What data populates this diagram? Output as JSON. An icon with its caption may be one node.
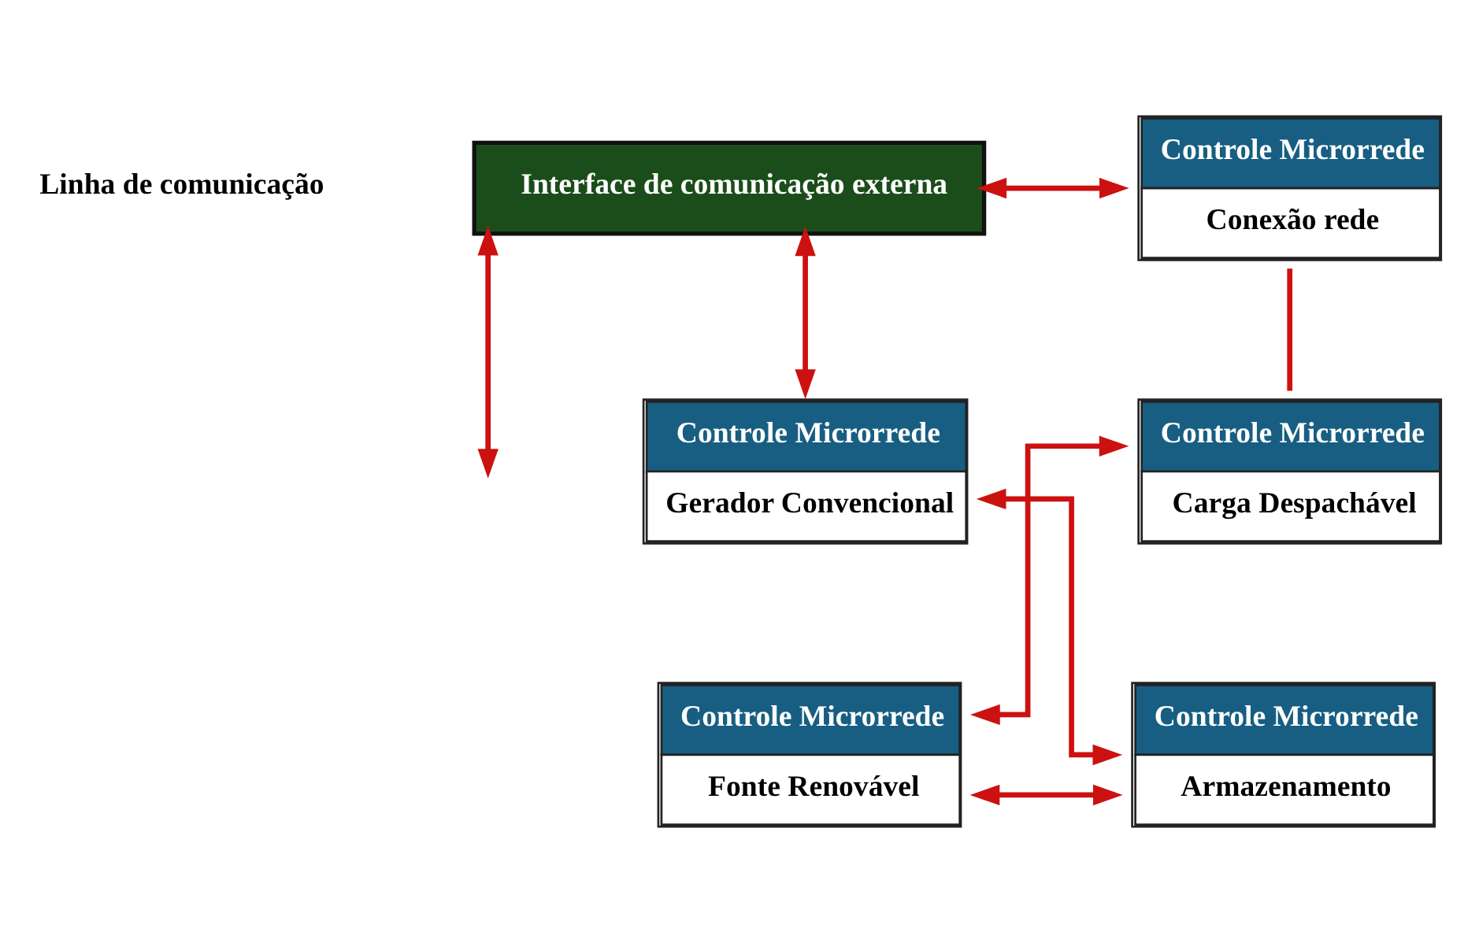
{
  "diagram": {
    "nodes": [
      {
        "text": [
          "Interface de comunicação externa"
        ]
      },
      {
        "text": [
          "Controle Microrrede",
          "Conexão rede"
        ]
      },
      {
        "text": [
          "Controle Microrrede",
          "Gerador Convencional"
        ]
      },
      {
        "text": [
          "Controle Microrrede",
          "Carga Despachável"
        ]
      },
      {
        "text": [
          "Controle Microrrede",
          "Armazenamento"
        ]
      },
      {
        "text": [
          "Controle Microrrede",
          "Fonte Renovável"
        ]
      }
    ],
    "edges": [
      {
        "from": 0,
        "to": null,
        "arrow": "both"
      },
      {
        "from": 2,
        "to": 0,
        "arrow": "both"
      },
      {
        "from": 0,
        "to": 1,
        "arrow": "both"
      },
      {
        "from": 1,
        "to": 3,
        "arrow": "none"
      },
      {
        "from": 3,
        "to": 5,
        "arrow": "both"
      },
      {
        "from": 5,
        "to": 4,
        "arrow": "both"
      },
      {
        "from": 4,
        "to": 2,
        "arrow": "both"
      }
    ],
    "labels": [
      "Linha de comunicação"
    ]
  }
}
